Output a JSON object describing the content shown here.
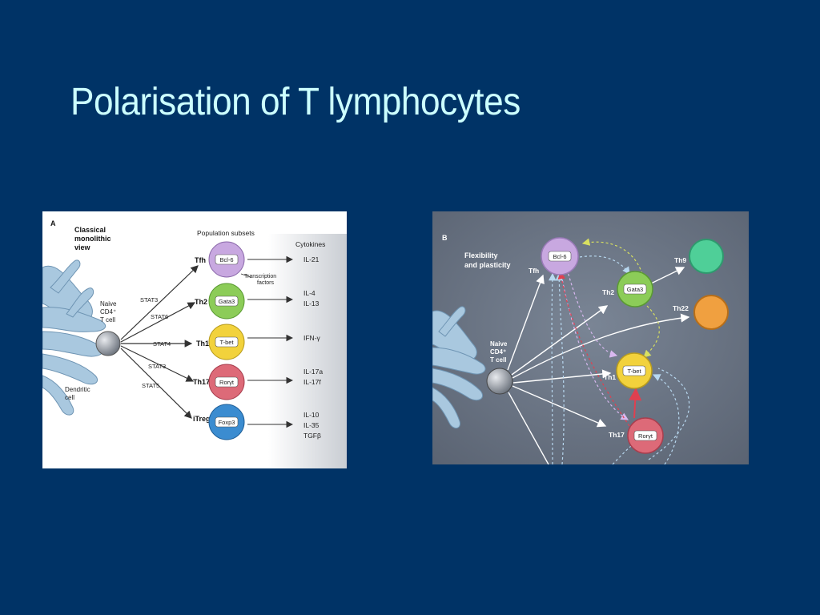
{
  "slide": {
    "title": "Polarisation of T lymphocytes"
  },
  "panel_a": {
    "letter": "A",
    "heading": [
      "Classical",
      "monolithic",
      "view"
    ],
    "population_header": "Population subsets",
    "cytokines_header": "Cytokines",
    "naive_label": [
      "Naive",
      "CD4⁺",
      "T cell"
    ],
    "dendritic_label": [
      "Dendritic",
      "cell"
    ],
    "transcription_label": [
      "Transcription",
      "factors"
    ],
    "subsets": [
      {
        "name": "Tfh",
        "stat": "",
        "factor": "Bcl-6",
        "cytokines": [
          "IL-21"
        ],
        "color": "#c8a8e0"
      },
      {
        "name": "Th2",
        "stat": "STAT3",
        "factor": "Gata3",
        "cytokines": [
          "IL-4",
          "IL-13"
        ],
        "color": "#8ccc58"
      },
      {
        "name": "Th1",
        "stat": "STAT4",
        "factor": "T-bet",
        "cytokines": [
          "IFN-γ"
        ],
        "color": "#f2d23c"
      },
      {
        "name": "Th17",
        "stat": "STAT3",
        "factor": "Rorγt",
        "cytokines": [
          "IL-17a",
          "IL-17f"
        ],
        "color": "#dd6a78"
      },
      {
        "name": "iTreg",
        "stat": "STAT5",
        "factor": "Foxp3",
        "cytokines": [
          "IL-10",
          "IL-35",
          "TGFβ"
        ],
        "color": "#3b8cd0"
      }
    ],
    "stat6": "STAT6"
  },
  "panel_b": {
    "letter": "B",
    "heading": [
      "Flexibility",
      "and plasticity"
    ],
    "naive_label": [
      "Naive",
      "CD4⁺",
      "T cell"
    ],
    "cells": {
      "tfh": {
        "name": "Tfh",
        "factor": "Bcl-6",
        "color": "#c8a8e0"
      },
      "th2": {
        "name": "Th2",
        "factor": "Gata3",
        "color": "#8ccc58"
      },
      "th1": {
        "name": "Th1",
        "factor": "T-bet",
        "color": "#f2d23c"
      },
      "th17": {
        "name": "Th17",
        "factor": "Rorγt",
        "color": "#dd6a78"
      },
      "th9": {
        "name": "Th9",
        "color": "#4fcf98"
      },
      "th22": {
        "name": "Th22",
        "color": "#f0a040"
      }
    }
  }
}
